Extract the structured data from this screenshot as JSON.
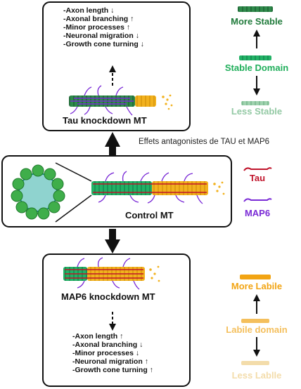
{
  "caption": "Effets antagonistes de TAU et MAP6",
  "tau_knockdown": {
    "title": "Tau knockdown MT",
    "effects": [
      {
        "text": "-Axon length",
        "arrow": "down"
      },
      {
        "text": "-Axonal branching",
        "arrow": "up"
      },
      {
        "text": "-Minor processes",
        "arrow": "up"
      },
      {
        "text": "-Neuronal migration",
        "arrow": "down"
      },
      {
        "text": "-Growth cone turning",
        "arrow": "down"
      }
    ]
  },
  "control": {
    "title": "Control MT"
  },
  "map6_knockdown": {
    "title": "MAP6 knockdown MT",
    "effects": [
      {
        "text": "-Axon length",
        "arrow": "up"
      },
      {
        "text": "-Axonal branching",
        "arrow": "down"
      },
      {
        "text": "-Minor processes",
        "arrow": "down"
      },
      {
        "text": "-Neuronal migration",
        "arrow": "up"
      },
      {
        "text": "-Growth cone turning",
        "arrow": "up"
      }
    ]
  },
  "legend_stability": {
    "top": "More Stable",
    "middle": "Stable Domain",
    "bottom": "Less Stable",
    "colors": {
      "top": "#1f7a3a",
      "middle": "#1fae5a",
      "bottom": "#93c9a4"
    }
  },
  "legend_lability": {
    "top": "More Labile",
    "middle": "Labile domain",
    "bottom": "Less Lablle",
    "colors": {
      "top": "#f2a413",
      "middle": "#f4bf5c",
      "bottom": "#f3dcaa"
    }
  },
  "legend_proteins": {
    "tau": "Tau",
    "map6": "MAP6",
    "colors": {
      "tau": "#c0142b",
      "map6": "#7a2ad6"
    }
  },
  "arrow_glyphs": {
    "up": "↑",
    "down": "↓"
  }
}
